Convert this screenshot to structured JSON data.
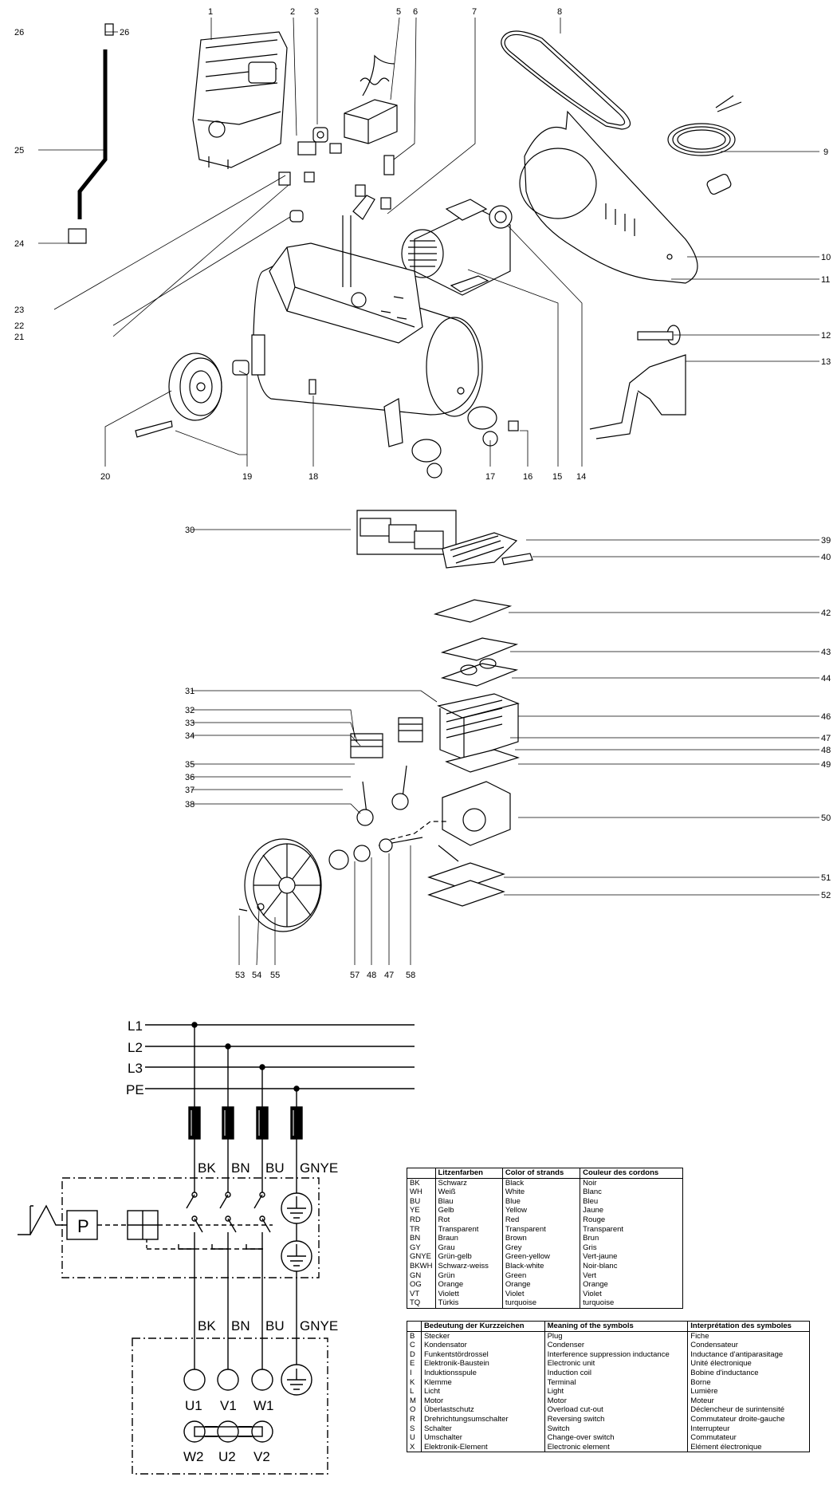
{
  "callouts_upper": [
    "1",
    "2",
    "3",
    "5",
    "6",
    "7",
    "8",
    "9",
    "10",
    "11",
    "12",
    "13",
    "14",
    "15",
    "16",
    "17",
    "18",
    "19",
    "20",
    "21",
    "22",
    "23",
    "24",
    "25",
    "26"
  ],
  "callouts_mid": [
    "30",
    "31",
    "32",
    "33",
    "34",
    "35",
    "36",
    "37",
    "38",
    "39",
    "40",
    "42",
    "43",
    "44",
    "46",
    "47",
    "48",
    "49",
    "50",
    "51",
    "52",
    "53",
    "54",
    "55",
    "57",
    "48",
    "47",
    "58"
  ],
  "wiring": {
    "lines": [
      "L1",
      "L2",
      "L3",
      "PE"
    ],
    "upper_wire_labels": [
      "BK",
      "BN",
      "BU",
      "GNYE"
    ],
    "lower_wire_labels": [
      "BK",
      "BN",
      "BU",
      "GNYE"
    ],
    "pressure_switch": "P",
    "motor_terminals_top": [
      "U1",
      "V1",
      "W1"
    ],
    "motor_terminals_bottom": [
      "W2",
      "U2",
      "V2"
    ]
  },
  "colors_table": {
    "headers": [
      "",
      "Litzenfarben",
      "Color of strands",
      "Couleur des cordons"
    ],
    "rows": [
      [
        "BK",
        "Schwarz",
        "Black",
        "Noir"
      ],
      [
        "WH",
        "Weiß",
        "White",
        "Blanc"
      ],
      [
        "BU",
        "Blau",
        "Blue",
        "Bleu"
      ],
      [
        "YE",
        "Gelb",
        "Yellow",
        "Jaune"
      ],
      [
        "RD",
        "Rot",
        "Red",
        "Rouge"
      ],
      [
        "TR",
        "Transparent",
        "Transparent",
        "Transparent"
      ],
      [
        "BN",
        "Braun",
        "Brown",
        "Brun"
      ],
      [
        "GY",
        "Grau",
        "Grey",
        "Gris"
      ],
      [
        "GNYE",
        "Grün-gelb",
        "Green-yellow",
        "Vert-jaune"
      ],
      [
        "BKWH",
        "Schwarz-weiss",
        "Black-white",
        "Noir-blanc"
      ],
      [
        "GN",
        "Grün",
        "Green",
        "Vert"
      ],
      [
        "OG",
        "Orange",
        "Orange",
        "Orange"
      ],
      [
        "VT",
        "Violett",
        "Violet",
        "Violet"
      ],
      [
        "TQ",
        "Türkis",
        "turquoise",
        "turquoise"
      ]
    ]
  },
  "symbols_table": {
    "headers": [
      "",
      "Bedeutung der Kurzzeichen",
      "Meaning of the symbols",
      "Interprétation des symboles"
    ],
    "rows": [
      [
        "B",
        "Stecker",
        "Plug",
        "Fiche"
      ],
      [
        "C",
        "Kondensator",
        "Condenser",
        "Condensateur"
      ],
      [
        "D",
        "Funkentstördrossel",
        "Interference suppression inductance",
        "Inductance d'antiparasitage"
      ],
      [
        "E",
        "Elektronik-Baustein",
        "Electronic unit",
        "Unité électronique"
      ],
      [
        "I",
        "Induktionsspule",
        "Induction coil",
        "Bobine d'inductance"
      ],
      [
        "K",
        "Klemme",
        "Terminal",
        "Borne"
      ],
      [
        "L",
        "Licht",
        "Light",
        "Lumière"
      ],
      [
        "M",
        "Motor",
        "Motor",
        "Moteur"
      ],
      [
        "O",
        "Überlastschutz",
        "Overload cut-out",
        "Déclencheur de surintensité"
      ],
      [
        "R",
        "Drehrichtungsumschalter",
        "Reversing switch",
        "Commutateur droite-gauche"
      ],
      [
        "S",
        "Schalter",
        "Switch",
        "Interrupteur"
      ],
      [
        "U",
        "Umschalter",
        "Change-over switch",
        "Commutateur"
      ],
      [
        "X",
        "Elektronik-Element",
        "Electronic element",
        "Elément électronique"
      ]
    ]
  }
}
